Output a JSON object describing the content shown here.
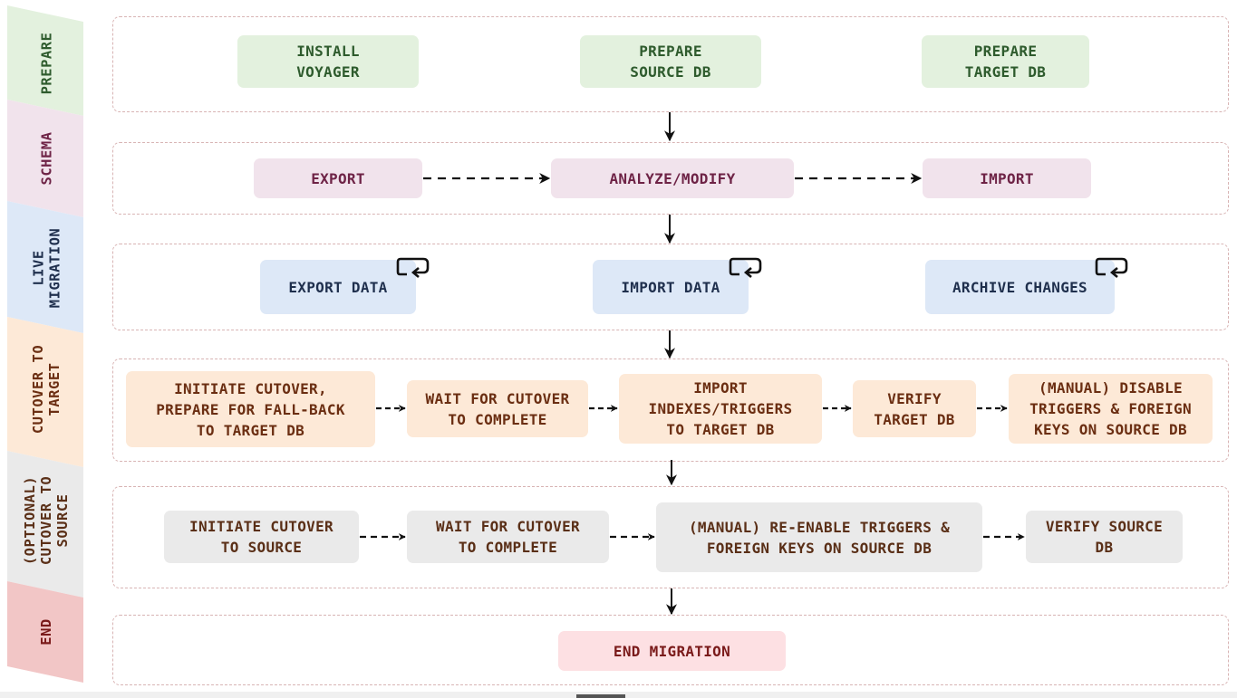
{
  "colors": {
    "prepare": {
      "fill": "#e3f1de",
      "text": "#2e5b2d"
    },
    "schema": {
      "fill": "#f1e3ec",
      "text": "#6e2346"
    },
    "live": {
      "fill": "#dde8f7",
      "text": "#1f2f4d"
    },
    "cutover": {
      "fill": "#fde9d7",
      "text": "#6b2e12"
    },
    "optional": {
      "fill": "#eaeaea",
      "text": "#5a2f17"
    },
    "end": {
      "fill": "#f2c6c6",
      "text": "#7a1a1a"
    },
    "end_node_fill": "#fde0e3",
    "stage_border": "#d8b4b4",
    "arrow": "#111111"
  },
  "lanes": [
    {
      "id": "prepare",
      "label": "PREPARE"
    },
    {
      "id": "schema",
      "label": "SCHEMA"
    },
    {
      "id": "live",
      "label": "LIVE\nMIGRATION"
    },
    {
      "id": "cutover",
      "label": "CUTOVER TO\nTARGET"
    },
    {
      "id": "optional",
      "label": "(OPTIONAL)\nCUTOVER TO\nSOURCE"
    },
    {
      "id": "end",
      "label": "END"
    }
  ],
  "nodes": {
    "install_voyager": "INSTALL\nVOYAGER",
    "prepare_source_db": "PREPARE\nSOURCE DB",
    "prepare_target_db": "PREPARE\nTARGET DB",
    "schema_export": "EXPORT",
    "schema_analyze": "ANALYZE/MODIFY",
    "schema_import": "IMPORT",
    "export_data": "EXPORT DATA",
    "import_data": "IMPORT DATA",
    "archive_changes": "ARCHIVE CHANGES",
    "initiate_cutover": "INITIATE CUTOVER,\nPREPARE FOR FALL-BACK\nTO TARGET DB",
    "wait_cutover_target": "WAIT FOR CUTOVER\nTO COMPLETE",
    "import_indexes": "IMPORT\nINDEXES/TRIGGERS\nTO TARGET DB",
    "verify_target": "VERIFY\nTARGET DB",
    "disable_triggers": "(MANUAL) DISABLE\nTRIGGERS & FOREIGN\nKEYS ON SOURCE DB",
    "initiate_cutover_source": "INITIATE CUTOVER\nTO SOURCE",
    "wait_cutover_source": "WAIT FOR CUTOVER\nTO COMPLETE",
    "reenable_triggers": "(MANUAL) RE-ENABLE TRIGGERS &\nFOREIGN KEYS ON SOURCE DB",
    "verify_source": "VERIFY SOURCE\nDB",
    "end_migration": "END MIGRATION"
  }
}
